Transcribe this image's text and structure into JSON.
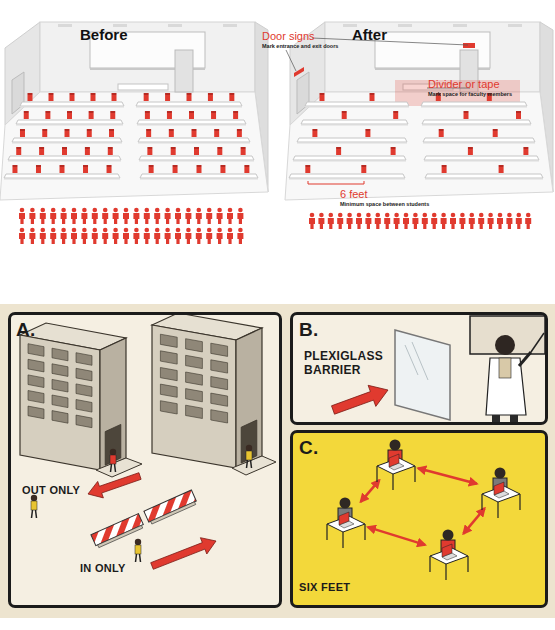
{
  "diagram": {
    "nodes": [
      {
        "text": [
          "A.",
          "OUT ONLY",
          "IN ONLY"
        ]
      },
      {
        "text": [
          "B.",
          "PLEXIGLASS BARRIER"
        ]
      },
      {
        "text": [
          "C.",
          "SIX FEET"
        ]
      }
    ],
    "labels": [
      "Before",
      "After",
      "Door signs",
      "Mark entrance and exit doors",
      "Divider or tape",
      "Mark space for faculty members",
      "6 feet",
      "Minimum space between students"
    ]
  }
}
